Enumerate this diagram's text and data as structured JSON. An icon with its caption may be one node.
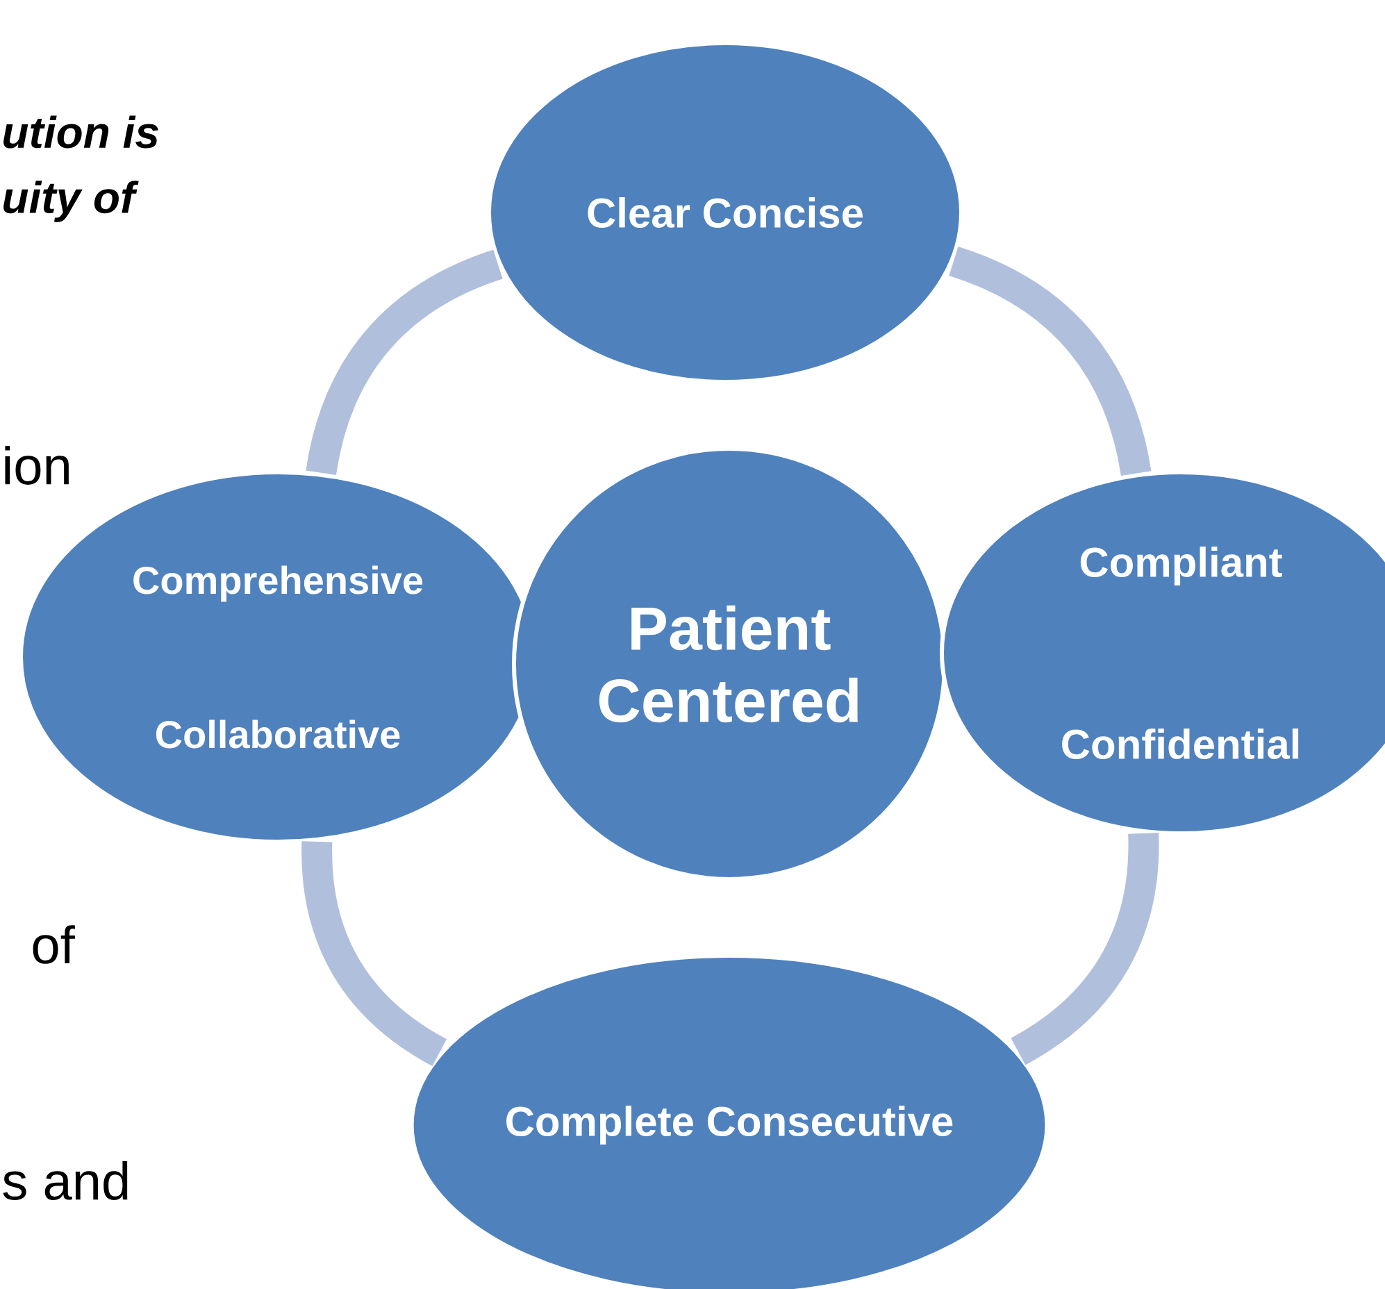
{
  "diagram": {
    "nodes": [
      {
        "text": [
          "Clear Concise"
        ]
      },
      {
        "text": [
          "Comprehensive",
          "Collaborative"
        ]
      },
      {
        "text": [
          "Patient Centered"
        ]
      },
      {
        "text": [
          "Compliant",
          "Confidential"
        ]
      },
      {
        "text": [
          "Complete Consecutive"
        ]
      }
    ],
    "edges": [
      {
        "from": 0,
        "to": 3,
        "arrow": "none"
      },
      {
        "from": 3,
        "to": 4,
        "arrow": "none"
      },
      {
        "from": 4,
        "to": 1,
        "arrow": "none"
      },
      {
        "from": 1,
        "to": 0,
        "arrow": "none"
      }
    ],
    "labels": [
      "ution is",
      "uity of",
      "ion",
      "of",
      "s and"
    ]
  }
}
